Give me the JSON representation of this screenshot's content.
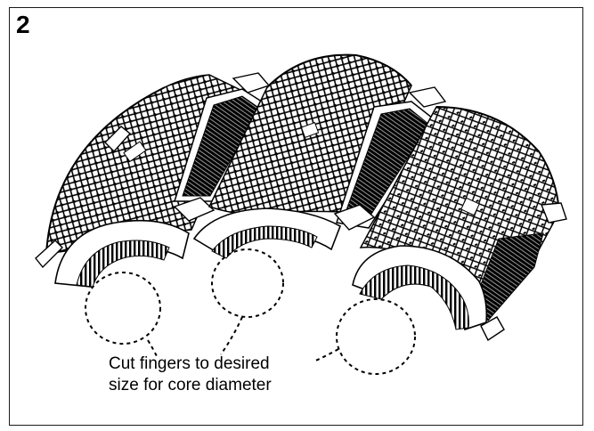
{
  "step_number": "2",
  "callout": {
    "line1": "Cut fingers to desired",
    "line2": "size for core diameter"
  },
  "colors": {
    "ink": "#000000",
    "paper": "#ffffff",
    "frame": "#1a1a1a"
  },
  "illustration": "three-roller-spool-assembly"
}
